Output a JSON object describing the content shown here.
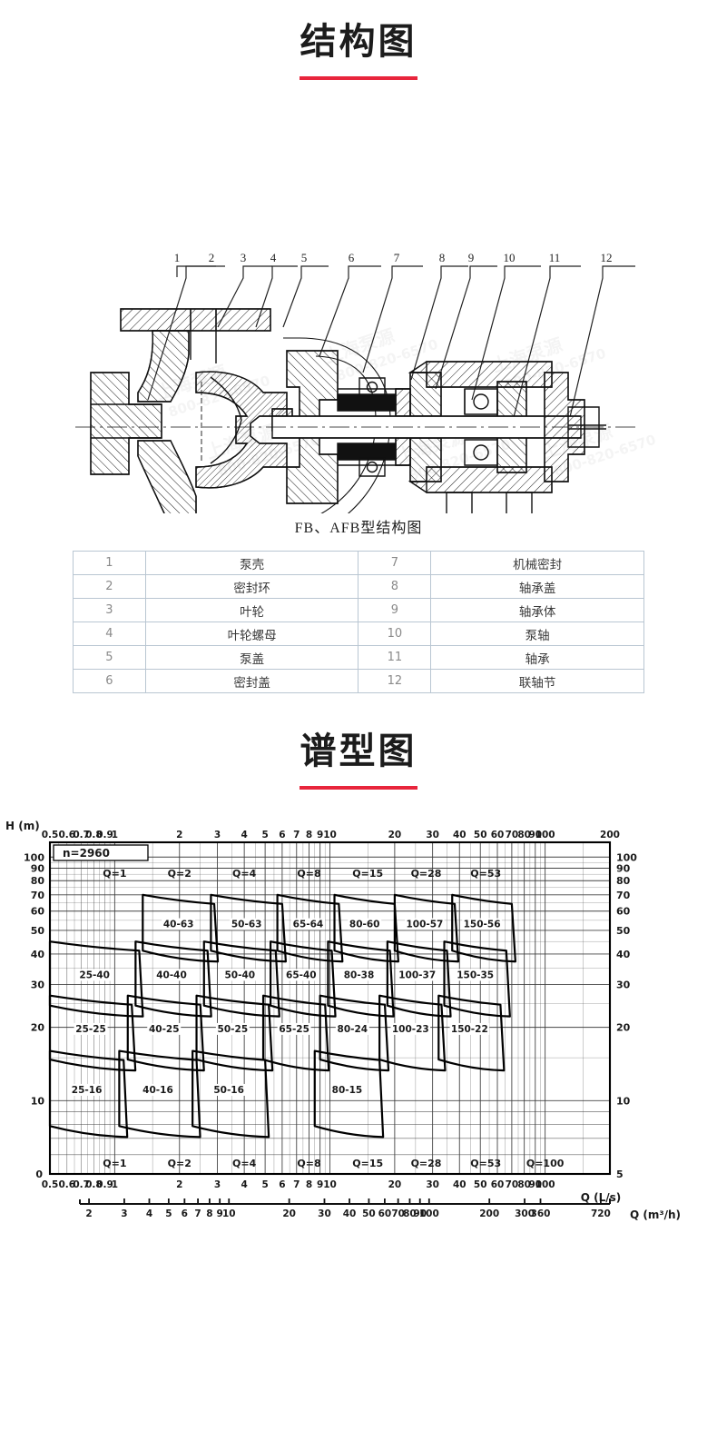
{
  "sections": [
    {
      "title": "结构图"
    },
    {
      "title": "谱型图"
    }
  ],
  "structure": {
    "caption": "FB、AFB型结构图",
    "callouts": [
      "1",
      "2",
      "3",
      "4",
      "5",
      "6",
      "7",
      "8",
      "9",
      "10",
      "11",
      "12"
    ],
    "watermark": "上海某泵  800-820-6570"
  },
  "parts_table": {
    "rows": [
      {
        "left_no": "1",
        "left_name": "泵壳",
        "right_no": "7",
        "right_name": "机械密封"
      },
      {
        "left_no": "2",
        "left_name": "密封环",
        "right_no": "8",
        "right_name": "轴承盖"
      },
      {
        "left_no": "3",
        "left_name": "叶轮",
        "right_no": "9",
        "right_name": "轴承体"
      },
      {
        "left_no": "4",
        "left_name": "叶轮螺母",
        "right_no": "10",
        "right_name": "泵轴"
      },
      {
        "left_no": "5",
        "left_name": "泵盖",
        "right_no": "11",
        "right_name": "轴承"
      },
      {
        "left_no": "6",
        "left_name": "密封盖",
        "right_no": "12",
        "right_name": "联轴节"
      }
    ]
  },
  "chart_data": {
    "type": "scatter",
    "title": "谱型图",
    "speed_label": "n=2960",
    "ylabel_top_left": "H (m)",
    "xlabel_bottom_primary": "Q (L/s)",
    "xlabel_bottom_secondary": "Q (m³/h)",
    "x_scale": "log",
    "y_scale": "log",
    "xlim": [
      0.5,
      200
    ],
    "ylim": [
      5,
      115
    ],
    "x_ticks_top": [
      "0.5",
      "0.6",
      "0.7",
      "0.8",
      "0.9",
      "1",
      "2",
      "3",
      "4",
      "5",
      "6",
      "7",
      "8",
      "9",
      "10",
      "20",
      "30",
      "40",
      "50",
      "60",
      "70",
      "80",
      "90",
      "100",
      "200"
    ],
    "x_ticks_bottom": [
      "0.5",
      "0.6",
      "0.7",
      "0.8",
      "0.9",
      "1",
      "2",
      "3",
      "4",
      "5",
      "6",
      "7",
      "8",
      "9",
      "10",
      "20",
      "30",
      "40",
      "50",
      "60",
      "70",
      "80",
      "90",
      "100"
    ],
    "y_ticks_left": [
      "100",
      "90",
      "80",
      "70",
      "60",
      "50",
      "40",
      "30",
      "20",
      "10",
      "0"
    ],
    "y_ticks_right": [
      "100",
      "90",
      "80",
      "70",
      "60",
      "50",
      "40",
      "30",
      "20",
      "10",
      "5"
    ],
    "q_markers_top": [
      "Q=1",
      "Q=2",
      "Q=4",
      "Q=8",
      "Q=15",
      "Q=28",
      "Q=53"
    ],
    "q_markers_bottom": [
      "Q=1",
      "Q=2",
      "Q=4",
      "Q=8",
      "Q=15",
      "Q=28",
      "Q=53",
      "Q=100"
    ],
    "x_ticks_m3h": [
      "2",
      "3",
      "4",
      "5",
      "6",
      "7",
      "8",
      "9",
      "10",
      "20",
      "30",
      "40",
      "50",
      "60",
      "70",
      "80",
      "90",
      "100",
      "200",
      "300",
      "360",
      "720"
    ],
    "zone_labels": [
      "40-63",
      "50-63",
      "65-64",
      "80-60",
      "100-57",
      "150-56",
      "25-40",
      "40-40",
      "50-40",
      "65-40",
      "80-38",
      "100-37",
      "150-35",
      "25-25",
      "40-25",
      "50-25",
      "65-25",
      "80-24",
      "100-23",
      "150-22",
      "25-16",
      "40-16",
      "50-16",
      "80-15"
    ],
    "zones": [
      {
        "label": "25-16",
        "col": 0,
        "row": 3,
        "q_lo": 0.5,
        "q_hi": 1.1,
        "h_lo": 8,
        "h_hi": 16
      },
      {
        "label": "25-25",
        "col": 0,
        "row": 2,
        "q_lo": 0.5,
        "q_hi": 1.2,
        "h_lo": 15,
        "h_hi": 27
      },
      {
        "label": "25-40",
        "col": 0,
        "row": 1,
        "q_lo": 0.5,
        "q_hi": 1.3,
        "h_lo": 25,
        "h_hi": 45
      },
      {
        "label": "40-16",
        "col": 1,
        "row": 3,
        "q_lo": 1.05,
        "q_hi": 2.4,
        "h_lo": 8,
        "h_hi": 16
      },
      {
        "label": "40-25",
        "col": 1,
        "row": 2,
        "q_lo": 1.15,
        "q_hi": 2.5,
        "h_lo": 15,
        "h_hi": 27
      },
      {
        "label": "40-40",
        "col": 1,
        "row": 1,
        "q_lo": 1.25,
        "q_hi": 2.7,
        "h_lo": 25,
        "h_hi": 45
      },
      {
        "label": "40-63",
        "col": 1,
        "row": 0,
        "q_lo": 1.35,
        "q_hi": 2.9,
        "h_lo": 42,
        "h_hi": 70
      },
      {
        "label": "50-16",
        "col": 2,
        "row": 3,
        "q_lo": 2.3,
        "q_hi": 5.0,
        "h_lo": 8,
        "h_hi": 16
      },
      {
        "label": "50-25",
        "col": 2,
        "row": 2,
        "q_lo": 2.4,
        "q_hi": 5.2,
        "h_lo": 15,
        "h_hi": 27
      },
      {
        "label": "50-40",
        "col": 2,
        "row": 1,
        "q_lo": 2.6,
        "q_hi": 5.6,
        "h_lo": 25,
        "h_hi": 45
      },
      {
        "label": "50-63",
        "col": 2,
        "row": 0,
        "q_lo": 2.8,
        "q_hi": 6.0,
        "h_lo": 42,
        "h_hi": 70
      },
      {
        "label": "65-25",
        "col": 3,
        "row": 2,
        "q_lo": 4.9,
        "q_hi": 9.5,
        "h_lo": 15,
        "h_hi": 27
      },
      {
        "label": "65-40",
        "col": 3,
        "row": 1,
        "q_lo": 5.3,
        "q_hi": 10.2,
        "h_lo": 25,
        "h_hi": 45
      },
      {
        "label": "65-64",
        "col": 3,
        "row": 0,
        "q_lo": 5.7,
        "q_hi": 11.0,
        "h_lo": 42,
        "h_hi": 70
      },
      {
        "label": "80-15",
        "col": 4,
        "row": 3,
        "q_lo": 8.5,
        "q_hi": 17.0,
        "h_lo": 8,
        "h_hi": 16
      },
      {
        "label": "80-24",
        "col": 4,
        "row": 2,
        "q_lo": 9.0,
        "q_hi": 18.0,
        "h_lo": 15,
        "h_hi": 27
      },
      {
        "label": "80-38",
        "col": 4,
        "row": 1,
        "q_lo": 9.8,
        "q_hi": 19.0,
        "h_lo": 25,
        "h_hi": 45
      },
      {
        "label": "80-60",
        "col": 4,
        "row": 0,
        "q_lo": 10.5,
        "q_hi": 20.0,
        "h_lo": 42,
        "h_hi": 70
      },
      {
        "label": "100-23",
        "col": 5,
        "row": 2,
        "q_lo": 17.0,
        "q_hi": 33.0,
        "h_lo": 15,
        "h_hi": 27
      },
      {
        "label": "100-37",
        "col": 5,
        "row": 1,
        "q_lo": 18.5,
        "q_hi": 35.0,
        "h_lo": 25,
        "h_hi": 45
      },
      {
        "label": "100-57",
        "col": 5,
        "row": 0,
        "q_lo": 20.0,
        "q_hi": 38.0,
        "h_lo": 42,
        "h_hi": 70
      },
      {
        "label": "150-22",
        "col": 6,
        "row": 2,
        "q_lo": 32.0,
        "q_hi": 62.0,
        "h_lo": 15,
        "h_hi": 27
      },
      {
        "label": "150-35",
        "col": 6,
        "row": 1,
        "q_lo": 34.0,
        "q_hi": 66.0,
        "h_lo": 25,
        "h_hi": 45
      },
      {
        "label": "150-56",
        "col": 6,
        "row": 0,
        "q_lo": 37.0,
        "q_hi": 70.0,
        "h_lo": 42,
        "h_hi": 70
      }
    ]
  }
}
